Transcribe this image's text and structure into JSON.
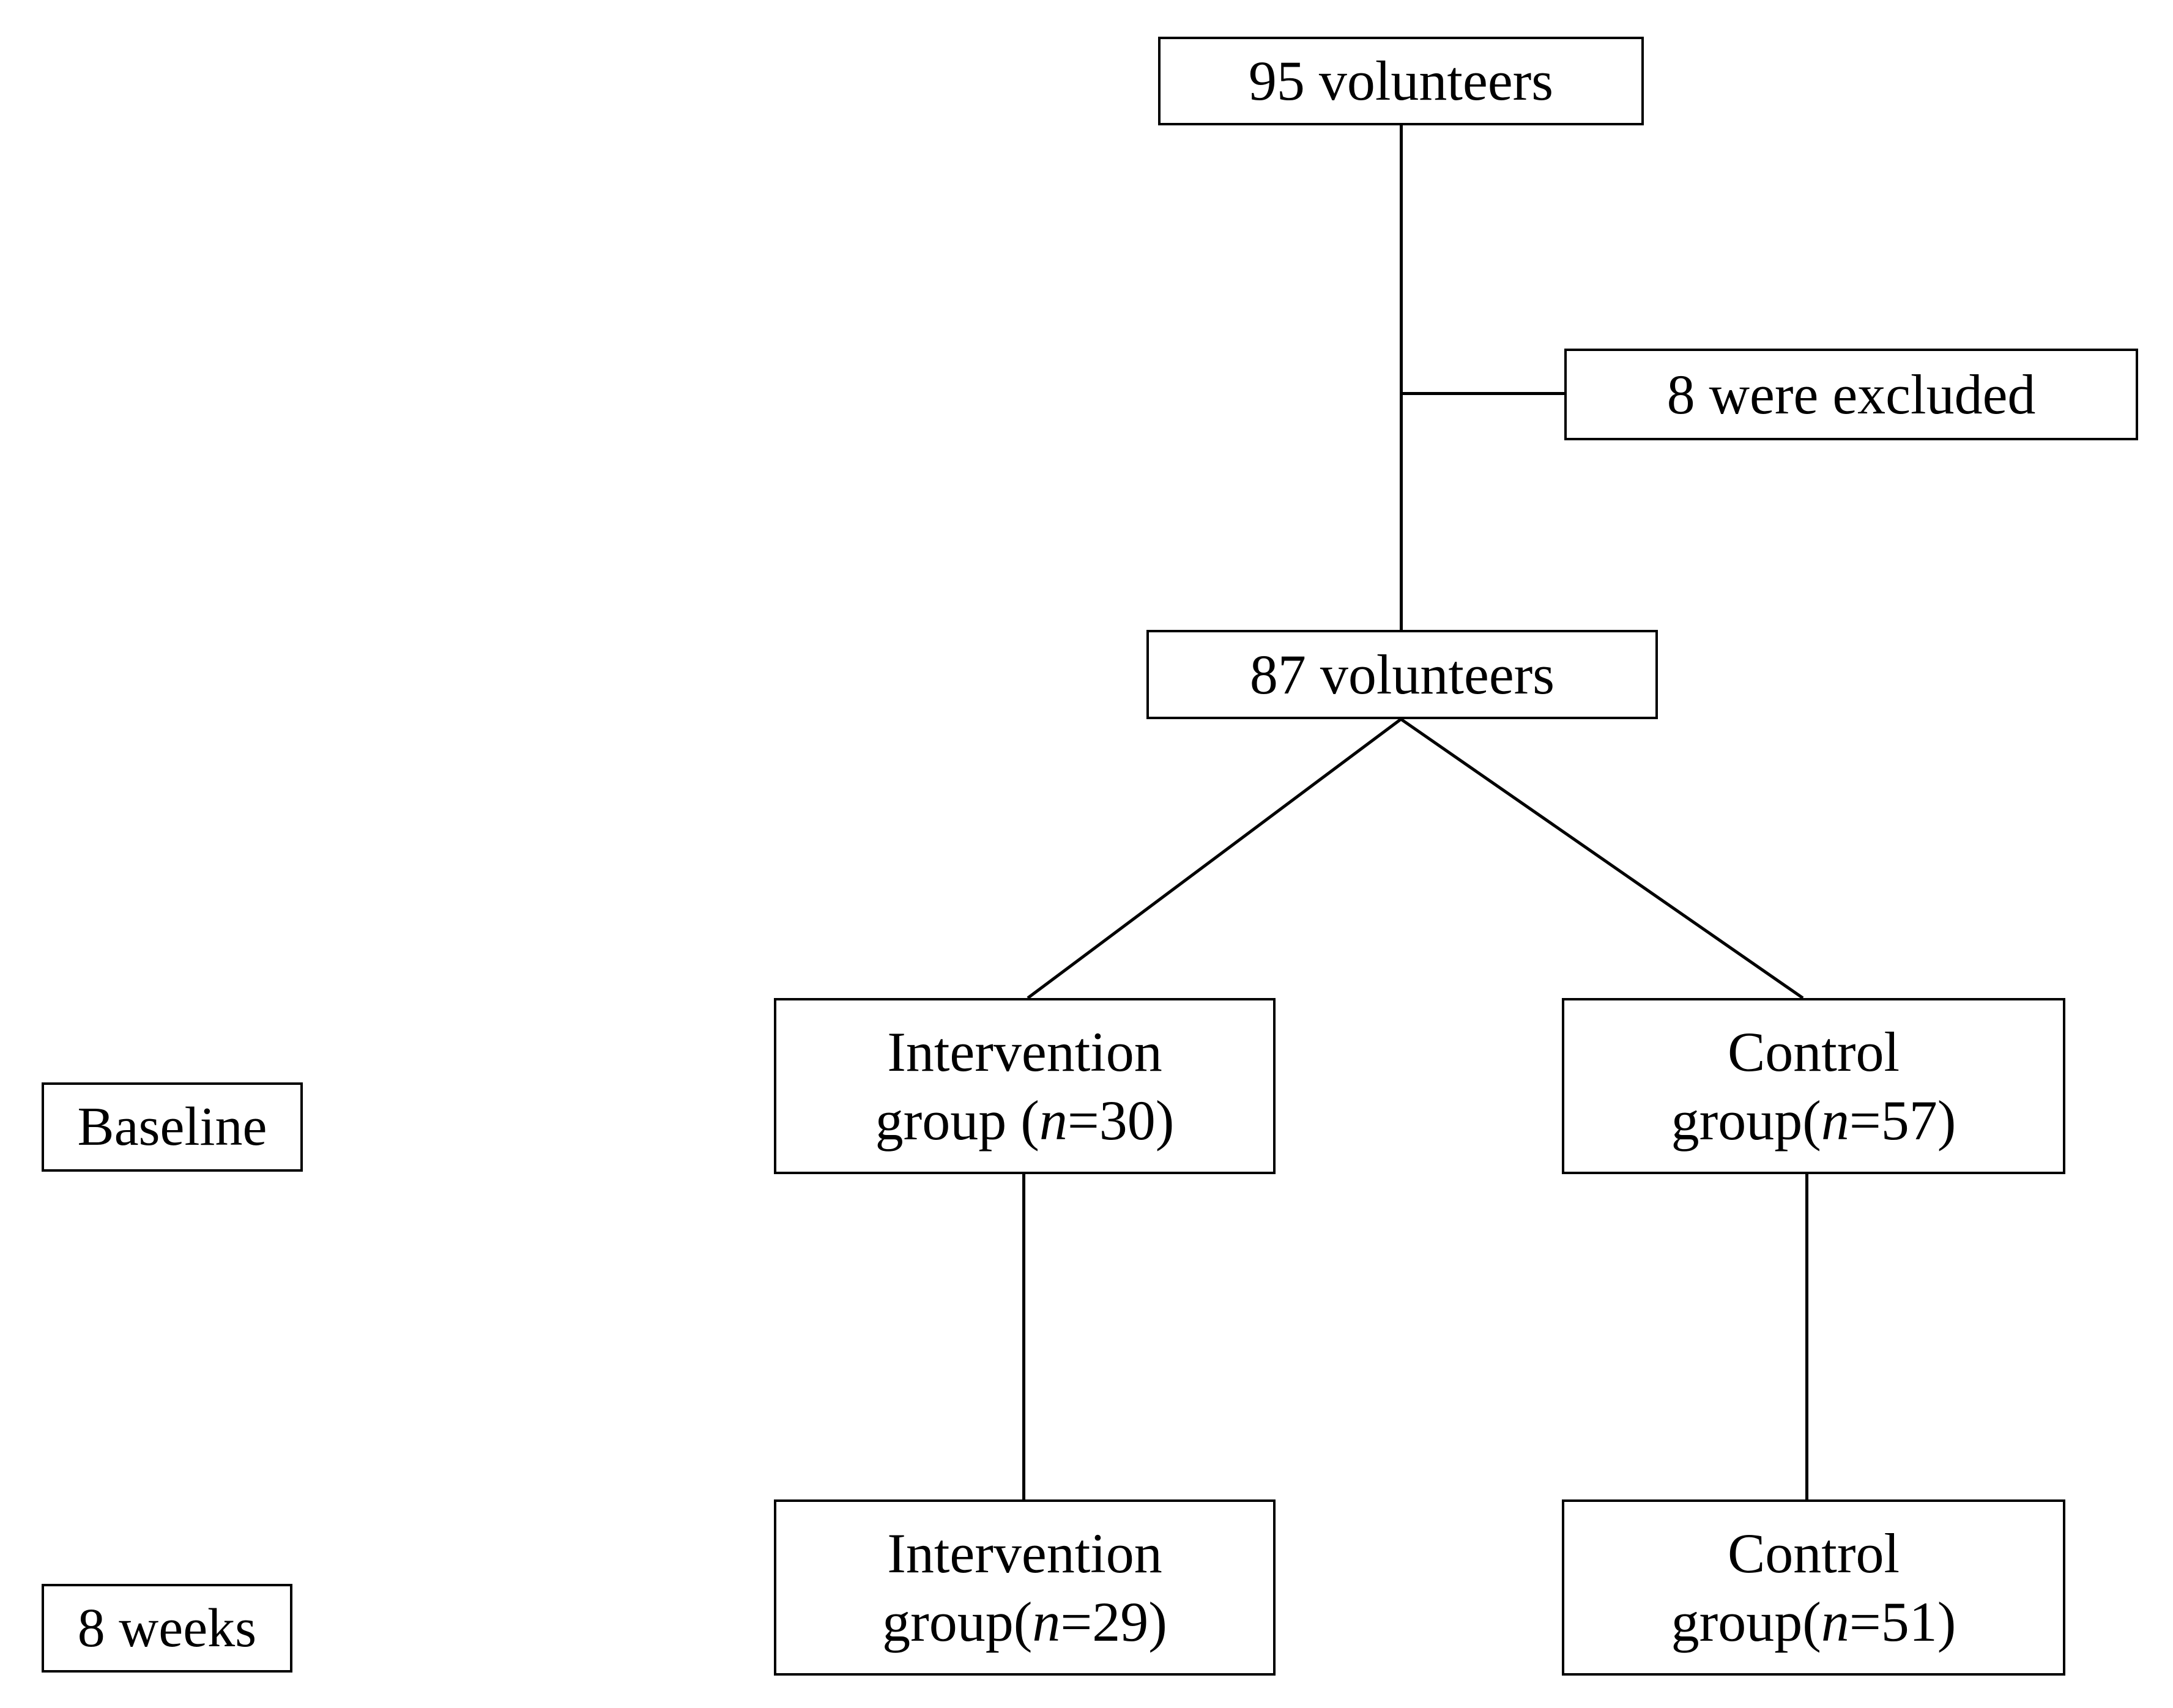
{
  "diagram": {
    "type": "study-flow-chart",
    "nodes": {
      "top_volunteers": {
        "text": "95 volunteers"
      },
      "excluded": {
        "text": "8 were excluded"
      },
      "eligible": {
        "text": "87 volunteers"
      },
      "intervention_baseline": {
        "line1": "Intervention",
        "line2_prefix": "group (",
        "line2_italic": "n",
        "line2_suffix": "=30)"
      },
      "control_baseline": {
        "line1": "Control",
        "line2_prefix": "group(",
        "line2_italic": "n",
        "line2_suffix": "=57)"
      },
      "intervention_8weeks": {
        "line1": "Intervention",
        "line2_prefix": "group(",
        "line2_italic": "n",
        "line2_suffix": "=29)"
      },
      "control_8weeks": {
        "line1": "Control",
        "line2_prefix": "group(",
        "line2_italic": "n",
        "line2_suffix": "=51)"
      }
    },
    "timepoints": {
      "baseline": "Baseline",
      "eight_weeks": "8 weeks"
    },
    "colors": {
      "background": "#ffffff",
      "stroke": "#000000",
      "text": "#000000"
    }
  }
}
